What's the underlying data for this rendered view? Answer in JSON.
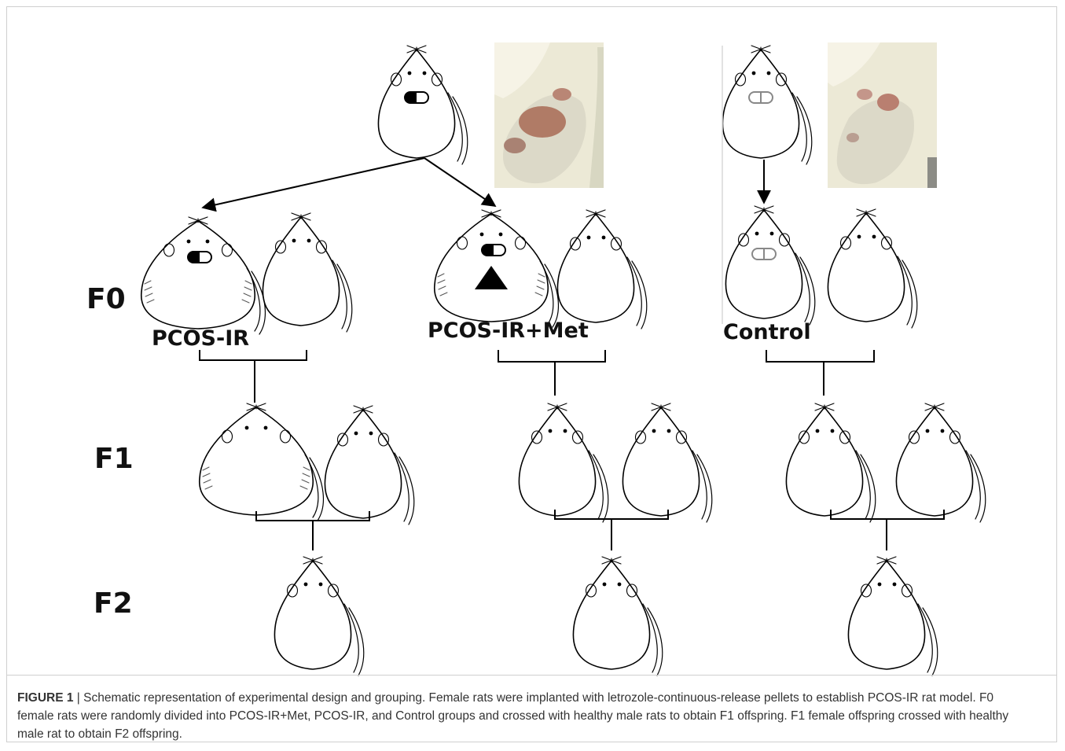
{
  "figure": {
    "generations": [
      {
        "id": "F0",
        "label": "F0"
      },
      {
        "id": "F1",
        "label": "F1"
      },
      {
        "id": "F2",
        "label": "F2"
      }
    ],
    "groups": [
      {
        "id": "pcos-ir",
        "label": "PCOS-IR"
      },
      {
        "id": "pcos-ir-met",
        "label": "PCOS-IR+Met"
      },
      {
        "id": "control",
        "label": "Control"
      }
    ],
    "icons": {
      "letrozole_pellet": "pill-icon-filled",
      "placebo_pellet": "pill-icon-outline",
      "metformin": "triangle-icon",
      "rat": "rat-icon"
    },
    "colors": {
      "stroke": "#000000",
      "photo_fur": "#e8e6d8",
      "photo_skin": "#a86a55"
    }
  },
  "caption": {
    "label": "FIGURE 1",
    "separator": " | ",
    "text": "Schematic representation of experimental design and grouping. Female rats were implanted with letrozole-continuous-release pellets to establish PCOS-IR rat model. F0 female rats were randomly divided into PCOS-IR+Met, PCOS-IR, and Control groups and crossed with healthy male rats to obtain F1 offspring. F1 female offspring crossed with healthy male rat to obtain F2 offspring."
  }
}
